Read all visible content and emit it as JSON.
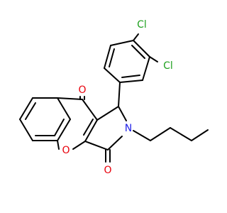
{
  "molecule": {
    "atom_labels": {
      "cl_top": "Cl",
      "cl_right": "Cl",
      "o_ketone_top": "O",
      "o_ketone_bottom": "O",
      "o_ring": "O",
      "n_ring": "N"
    },
    "colors": {
      "bond": "#000000",
      "chlorine": "#1fa01f",
      "oxygen": "#e8000b",
      "nitrogen": "#1f1fe8"
    }
  }
}
